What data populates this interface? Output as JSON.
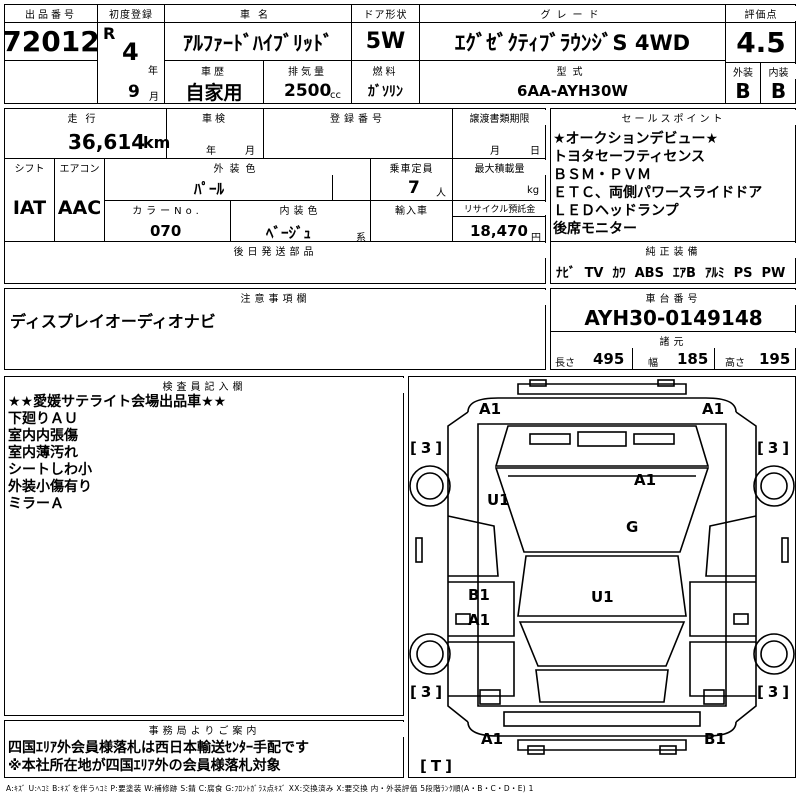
{
  "header": {
    "lot_no_label": "出品番号",
    "lot_no": "72012",
    "first_reg_label": "初度登録",
    "era": "R",
    "reg_year": "4",
    "year_unit": "年",
    "reg_month": "9",
    "month_unit": "月",
    "car_name_label": "車名",
    "car_name": "ｱﾙﾌｧｰﾄﾞﾊｲﾌﾞﾘｯﾄﾞ",
    "door_label": "ドア形状",
    "door": "5W",
    "grade_label": "グレード",
    "grade": "ｴｸﾞｾﾞｸﾃｨﾌﾞﾗｳﾝｼﾞS 4WD",
    "score_label": "評価点",
    "score": "4.5",
    "history_label": "車歴",
    "history": "自家用",
    "displacement_label": "排気量",
    "displacement": "2500",
    "cc_unit": "cc",
    "fuel_label": "燃料",
    "fuel": "ｶﾞｿﾘﾝ",
    "model_label": "型式",
    "model": "6AA-AYH30W",
    "exterior_label": "外装",
    "exterior": "B",
    "interior_label": "内装",
    "interior": "B"
  },
  "specs": {
    "mileage_label": "走行",
    "mileage": "36,614",
    "km_unit": "km",
    "inspection_label": "車検",
    "insp_year_unit": "年",
    "insp_month_unit": "月",
    "plate_label": "登録番号",
    "transfer_label": "譲渡書類期限",
    "transfer_month_unit": "月",
    "transfer_day_unit": "日",
    "shift_label": "シフト",
    "shift": "IAT",
    "ac_label": "エアコン",
    "ac": "AAC",
    "color_label": "外装色",
    "color": "ﾊﾟｰﾙ",
    "capacity_label": "乗車定員",
    "capacity": "7",
    "person_unit": "人",
    "load_label": "最大積載量",
    "kg_unit": "kg",
    "color_no_label": "カラーNo.",
    "color_no": "070",
    "int_color_label": "内装色",
    "int_color": "ﾍﾞｰｼﾞｭ",
    "int_color_suffix": "系",
    "import_label": "輸入車",
    "recycle_label": "リサイクル預託金",
    "recycle": "18,470",
    "yen_unit": "円",
    "later_parts_label": "後日発送部品"
  },
  "sales": {
    "label": "セールスポイント",
    "items": [
      "★オークションデビュー★",
      "トヨタセーフティセンス",
      "ＢＳＭ・ＰＶＭ",
      "ＥＴＣ、両側パワースライドドア",
      "ＬＥＤヘッドランプ",
      "後席モニター"
    ],
    "equip_label": "純正装備",
    "equip": [
      "ﾅﾋﾞ",
      "TV",
      "ｶﾜ",
      "ABS",
      "ｴｱB",
      "ｱﾙﾐ",
      "PS",
      "PW"
    ]
  },
  "notes": {
    "label": "注意事項欄",
    "text": "ディスプレイオーディオナビ"
  },
  "chassis": {
    "label": "車台番号",
    "number": "AYH30-0149148",
    "dims_label": "諸元",
    "length_label": "長さ",
    "length": "495",
    "width_label": "幅",
    "width": "185",
    "height_label": "高さ",
    "height": "195"
  },
  "inspector": {
    "label": "検査員記入欄",
    "lines": [
      "★★愛媛サテライト会場出品車★★",
      "下廻りＡＵ",
      "室内内張傷",
      "室内薄汚れ",
      "シートしわ小",
      "外装小傷有り",
      "ミラーＡ"
    ]
  },
  "office": {
    "label": "事務局よりご案内",
    "lines": [
      "四国ｴﾘｱ外会員様落札は西日本輸送ｾﾝﾀｰ手配です",
      "※本社所在地が四国ｴﾘｱ外の会員様落札対象"
    ]
  },
  "diagram": {
    "marks": {
      "fl": "A1",
      "fr": "A1",
      "bonnet": "A1",
      "windshield": "G",
      "left_front_door": "U1",
      "roof_b": "B1",
      "left_rear": "A1",
      "roof_u": "U1",
      "rl": "A1",
      "rr": "B1"
    },
    "tires": {
      "fl": "3",
      "fr": "3",
      "rl": "3",
      "rr": "3",
      "spare": "T"
    }
  },
  "legend": "A:ｷｽﾞ U:ﾍｺﾐ B:ｷｽﾞを伴うﾍｺﾐ P:要塗装 W:補修跡 S:錆 C:腐食 G:ﾌﾛﾝﾄｶﾞﾗｽ点ｷｽﾞ XX:交換済み X:要交換 内・外装評価 5段階ﾗﾝｸ順(A・B・C・D・E) 1"
}
